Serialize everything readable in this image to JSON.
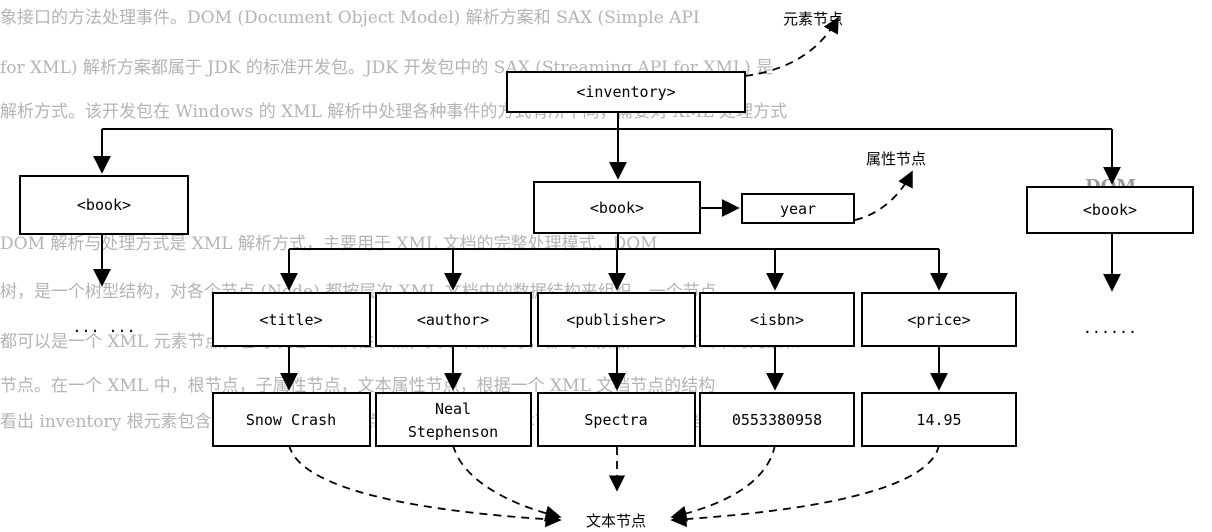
{
  "background_text": {
    "lines": [
      "象接口的方法处理事件。DOM (Document Object Model) 解析方案和 SAX (Simple API",
      "for XML) 解析方案都属于 JDK 的标准开发包。JDK 开发包中的 SAX (Streaming API for XML) 是",
      "解析方式。该开发包在 Windows 的 XML 解析中处理各种事件的方式有所不同，需要对 XML 处理方式",
      "DOM 解析与处理方式是 XML 解析方式，主要用于 XML 文档的完整处理模式，DOM",
      "树，是一个树型结构，对各个节点 (Node) 都按层次 XML 文档中的数据结构来组织。一个节点",
      "都可以是一个 XML 元素节点，也可以是一个属性节点，文本节点等等，都可以按照 XML 文档中的元素和",
      "节点。在一个 XML 中，根节点，子属性节点，文本属性节点，根据一个 XML 文档节点的结构",
      "看出 inventory 根元素包含一系列子节点，子节点中又有子节点和文本节点。这是 XML 文档"
    ],
    "heading": "DOM"
  },
  "diagram": {
    "root": "<inventory>",
    "books": [
      "<book>",
      "<book>",
      "<book>"
    ],
    "attribute": "year",
    "children": [
      "<title>",
      "<author>",
      "<publisher>",
      "<isbn>",
      "<price>"
    ],
    "values": [
      [
        "Snow Crash"
      ],
      [
        "Neal",
        "Stephenson"
      ],
      [
        "Spectra"
      ],
      [
        "0553380958"
      ],
      [
        "14.95"
      ]
    ],
    "ellipsis_left": "... ...",
    "ellipsis_right": "......",
    "labels": {
      "element_node": "元素节点",
      "attribute_node": "属性节点",
      "text_node": "文本节点"
    }
  }
}
